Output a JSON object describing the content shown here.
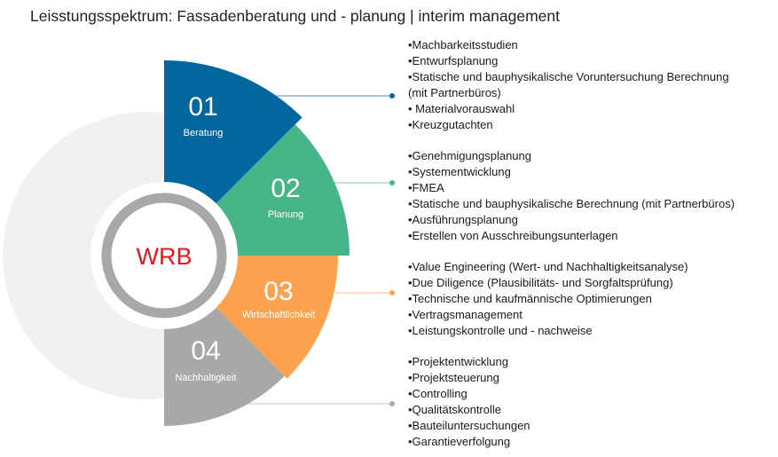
{
  "title": "Leisstungsspektrum: Fassadenberatung und - planung | interim management",
  "center_label": "WRB",
  "colors": {
    "center_label": "#e8141a",
    "background_circle": "#f1f1f1",
    "ring": "#a8a8a8"
  },
  "segments": [
    {
      "number": "01",
      "label": "Beratung",
      "color": "#03679f",
      "items": [
        "•Machbarkeitsstudien",
        "•Entwurfsplanung",
        "•Statische und bauphysikalische Voruntersuchung Berechnung",
        "(mit Partnerbüros)",
        "• Materialvorauswahl",
        "•Kreuzgutachten"
      ]
    },
    {
      "number": "02",
      "label": "Planung",
      "color": "#47b587",
      "items": [
        "•Genehmigungsplanung",
        "•Systementwicklung",
        "•FMEA",
        "•Statische und bauphysikalische Berechnung (mit Partnerbüros)",
        "•Ausführungsplanung",
        "•Erstellen von Ausschreibungsunterlagen"
      ]
    },
    {
      "number": "03",
      "label": "Wirtschaftlichkeit",
      "color": "#fda24e",
      "items": [
        "•Value Engineering (Wert- und Nachhaltigkeitsanalyse)",
        "•Due Diligence (Plausibilitäts- und Sorgfaltsprüfung)",
        "•Technische und kaufmännische Optimierungen",
        "•Vertragsmanagement",
        "•Leistungskontrolle und - nachweise"
      ]
    },
    {
      "number": "04",
      "label": "Nachhaltigkeit",
      "color": "#a8a8a8",
      "items": [
        "•Projektentwicklung",
        "•Projektsteuerung",
        "•Controlling",
        "•Qualitätskontrolle",
        "•Bauteiluntersuchungen",
        "•Garantieverfolgung"
      ]
    }
  ]
}
